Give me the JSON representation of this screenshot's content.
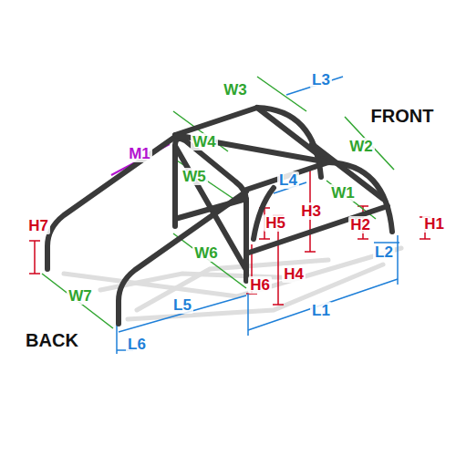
{
  "diagram": {
    "labels": [
      "W3",
      "L3",
      "FRONT",
      "M1",
      "W4",
      "W2",
      "W5",
      "L4",
      "W1",
      "H3",
      "H7",
      "H5",
      "H2",
      "H1",
      "L2",
      "W6",
      "H4",
      "H6",
      "W7",
      "L5",
      "L1",
      "BACK",
      "L6"
    ]
  }
}
